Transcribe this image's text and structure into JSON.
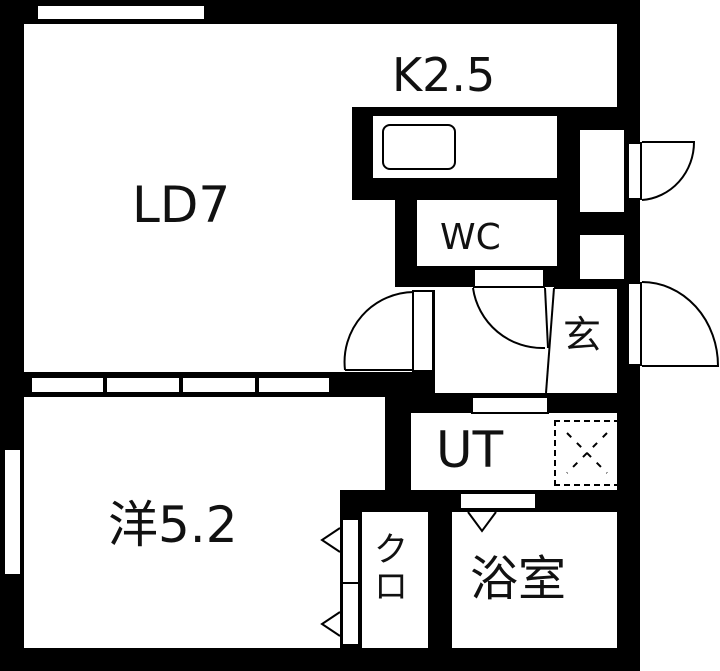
{
  "floorplan": {
    "rooms": [
      {
        "id": "ld",
        "label": "LD7",
        "type": "Living-Dining",
        "size_jo": 7
      },
      {
        "id": "kitchen",
        "label": "K2.5",
        "type": "Kitchen",
        "size_jo": 2.5
      },
      {
        "id": "wc",
        "label": "WC",
        "type": "Toilet"
      },
      {
        "id": "genkan",
        "label": "玄",
        "type": "Entrance"
      },
      {
        "id": "ut",
        "label": "UT",
        "type": "Utility"
      },
      {
        "id": "western",
        "label": "洋5.2",
        "type": "Western-style room",
        "size_jo": 5.2
      },
      {
        "id": "closet",
        "label": "クロ",
        "type": "Closet"
      },
      {
        "id": "bath",
        "label": "浴室",
        "type": "Bathroom"
      }
    ],
    "colors": {
      "wall": "#000000",
      "background": "#ffffff",
      "text": "#111111"
    }
  }
}
